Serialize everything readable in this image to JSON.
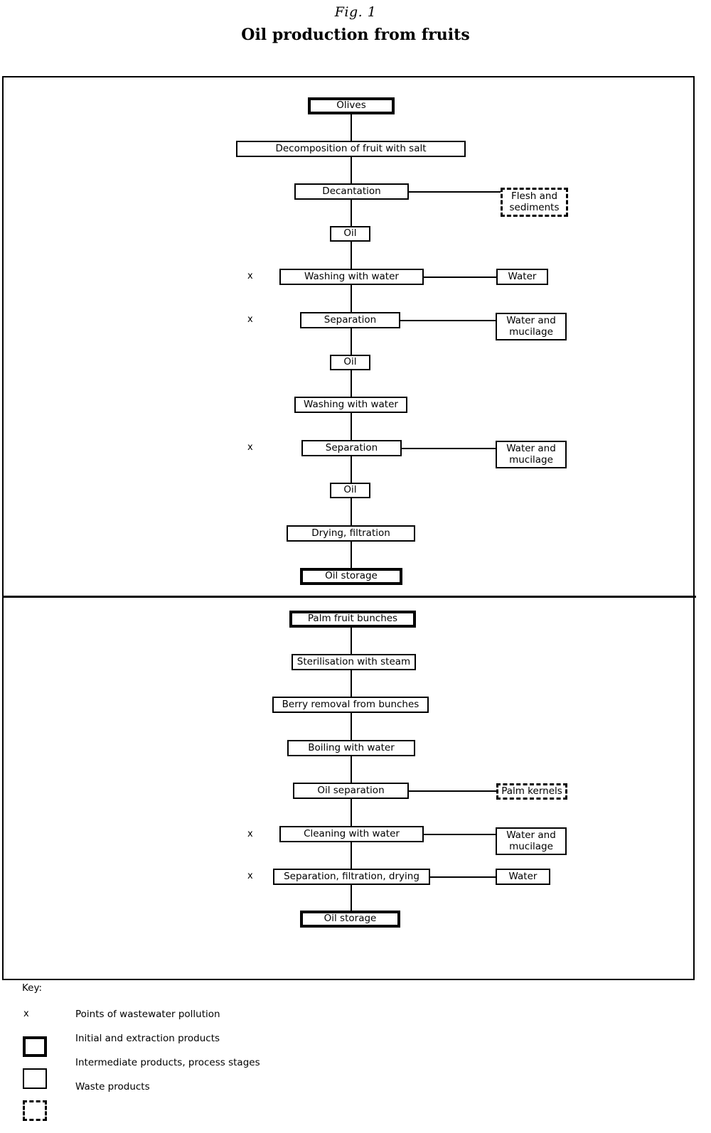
{
  "figure": {
    "label": "Fig. 1",
    "title": "Oil production from fruits"
  },
  "diagram": {
    "type": "flowchart",
    "sections": [
      {
        "id": "olive-oil-process",
        "nodes": [
          {
            "id": "olives",
            "label": "Olives",
            "style": "initial-product"
          },
          {
            "id": "decomposition",
            "label": "Decomposition of fruit with salt",
            "style": "process-stage"
          },
          {
            "id": "decantation",
            "label": "Decantation",
            "style": "process-stage"
          },
          {
            "id": "oil-1",
            "label": "Oil",
            "style": "intermediate-product"
          },
          {
            "id": "washing-1",
            "label": "Washing with water",
            "style": "process-stage",
            "pollution_point": true
          },
          {
            "id": "separation-1",
            "label": "Separation",
            "style": "process-stage",
            "pollution_point": true
          },
          {
            "id": "oil-2",
            "label": "Oil",
            "style": "intermediate-product"
          },
          {
            "id": "washing-2",
            "label": "Washing with water",
            "style": "process-stage"
          },
          {
            "id": "separation-2",
            "label": "Separation",
            "style": "process-stage",
            "pollution_point": true
          },
          {
            "id": "oil-3",
            "label": "Oil",
            "style": "intermediate-product"
          },
          {
            "id": "drying-filtration",
            "label": "Drying, filtration",
            "style": "process-stage"
          },
          {
            "id": "oil-storage-1",
            "label": "Oil storage",
            "style": "initial-product"
          }
        ],
        "side_outputs": [
          {
            "id": "flesh-sediments",
            "label": "Flesh and\nsediments",
            "style": "waste-product",
            "from": "decantation"
          },
          {
            "id": "water-1",
            "label": "Water",
            "style": "intermediate-product",
            "from": "washing-1"
          },
          {
            "id": "water-mucilage-1",
            "label": "Water and\nmucilage",
            "style": "intermediate-product",
            "from": "separation-1"
          },
          {
            "id": "water-mucilage-2",
            "label": "Water and\nmucilage",
            "style": "intermediate-product",
            "from": "separation-2"
          }
        ]
      },
      {
        "id": "palm-oil-process",
        "nodes": [
          {
            "id": "palm-fruit-bunches",
            "label": "Palm fruit bunches",
            "style": "initial-product"
          },
          {
            "id": "sterilisation",
            "label": "Sterilisation with steam",
            "style": "process-stage"
          },
          {
            "id": "berry-removal",
            "label": "Berry removal from bunches",
            "style": "process-stage"
          },
          {
            "id": "boiling",
            "label": "Boiling with water",
            "style": "process-stage"
          },
          {
            "id": "oil-separation",
            "label": "Oil separation",
            "style": "process-stage"
          },
          {
            "id": "cleaning",
            "label": "Cleaning with water",
            "style": "process-stage",
            "pollution_point": true
          },
          {
            "id": "separation-filtration-drying",
            "label": "Separation, filtration, drying",
            "style": "process-stage",
            "pollution_point": true
          },
          {
            "id": "oil-storage-2",
            "label": "Oil storage",
            "style": "initial-product"
          }
        ],
        "side_outputs": [
          {
            "id": "palm-kernels",
            "label": "Palm kernels",
            "style": "waste-product",
            "from": "oil-separation"
          },
          {
            "id": "water-mucilage-3",
            "label": "Water and\nmucilage",
            "style": "intermediate-product",
            "from": "cleaning"
          },
          {
            "id": "water-2",
            "label": "Water",
            "style": "intermediate-product",
            "from": "separation-filtration-drying"
          }
        ]
      }
    ]
  },
  "key": {
    "title": "Key:",
    "x_symbol": "x",
    "entries": [
      {
        "symbol": "x",
        "label": "Points of wastewater pollution"
      },
      {
        "symbol": "thick-box",
        "label": "Initial and extraction products"
      },
      {
        "symbol": "thin-box",
        "label": "Intermediate products, process stages"
      },
      {
        "symbol": "dashed-box",
        "label": "Waste products"
      }
    ]
  },
  "colors": {
    "ink": "#000000",
    "paper": "#ffffff"
  }
}
